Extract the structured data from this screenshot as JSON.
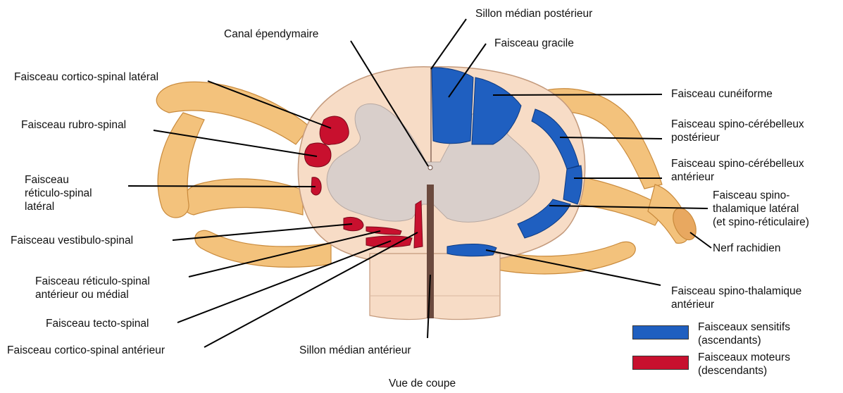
{
  "colors": {
    "sensitive": "#1f5fc0",
    "motor": "#c8102e",
    "nerve": "#f3c27c",
    "cord": "#f7dcc6",
    "grey_matter": "#d9cfcb"
  },
  "labels": {
    "sillon_median_posterieur": "Sillon médian postérieur",
    "canal_ependymaire": "Canal épendymaire",
    "faisceau_gracile": "Faisceau gracile",
    "cortico_spinal_lateral": "Faisceau cortico-spinal latéral",
    "faisceau_cuneiforme": "Faisceau cunéiforme",
    "rubro_spinal": "Faisceau rubro-spinal",
    "spino_cerebelleux_posterieur": [
      "Faisceau spino-cérébelleux",
      "postérieur"
    ],
    "reticulo_spinal_lateral": [
      "Faisceau",
      "réticulo-spinal",
      "latéral"
    ],
    "spino_cerebelleux_anterieur": [
      "Faisceau spino-cérébelleux",
      "antérieur"
    ],
    "spino_thalamique_lateral": [
      "Faisceau spino-",
      "thalamique latéral",
      "(et spino-réticulaire)"
    ],
    "vestibulo_spinal": "Faisceau vestibulo-spinal",
    "nerf_rachidien": "Nerf rachidien",
    "reticulo_spinal_anterieur": [
      "Faisceau réticulo-spinal",
      "antérieur ou médial"
    ],
    "spino_thalamique_anterieur": [
      "Faisceau spino-thalamique",
      "antérieur"
    ],
    "tecto_spinal": "Faisceau tecto-spinal",
    "cortico_spinal_anterieur": "Faisceau cortico-spinal antérieur",
    "sillon_median_anterieur": "Sillon médian antérieur"
  },
  "legend": {
    "sensitive": [
      "Faisceaux sensitifs",
      "(ascendants)"
    ],
    "motor": [
      "Faisceaux moteurs",
      "(descendants)"
    ]
  },
  "caption": "Vue de coupe"
}
